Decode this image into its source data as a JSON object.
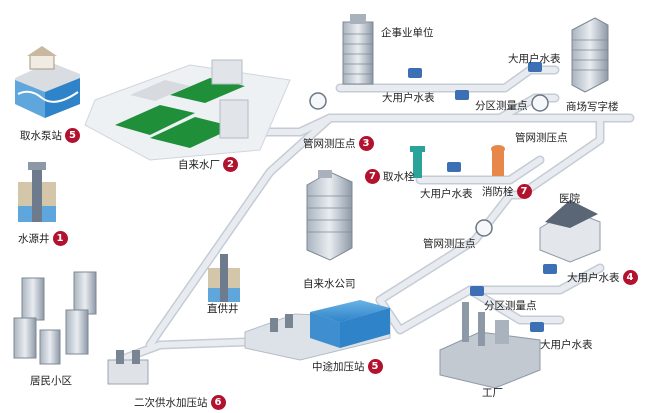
{
  "colors": {
    "pipe": "#dfe4ea",
    "pipe_edge": "#c5ccd5",
    "badge": "#b3122e",
    "text": "#222222",
    "water": "#2f83c8",
    "green_pool": "#1f8f3a",
    "hydrant": "#e8874a",
    "intake_hydrant": "#2aa39a",
    "meter": "#3d6fb5"
  },
  "labels": {
    "pump_station": "取水泵站",
    "water_plant": "自来水厂",
    "source_well": "水源井",
    "enterprise": "企事业单位",
    "big_meter_1": "大用户水表",
    "big_meter_2": "大用户水表",
    "big_meter_3": "大用户水表",
    "big_meter_4": "大用户水表",
    "big_meter_5": "大用户水表",
    "zone_point_1": "分区测量点",
    "zone_point_2": "分区测量点",
    "office": "商场写字楼",
    "pressure_1": "管网测压点",
    "pressure_2": "管网测压点",
    "pressure_3": "管网测压点",
    "intake_hydrant": "取水栓",
    "fire_hydrant": "消防栓",
    "hospital": "医院",
    "water_company": "自来水公司",
    "direct_well": "直供井",
    "residential": "居民小区",
    "booster_mid": "中途加压站",
    "secondary_booster": "二次供水加压站",
    "factory": "工厂"
  },
  "badges": {
    "pump_station": "5",
    "water_plant": "2",
    "source_well": "1",
    "pressure_1": "3",
    "intake_hydrant": "7",
    "fire_hydrant": "7",
    "big_meter_4": "4",
    "booster_mid": "5",
    "secondary_booster": "6"
  }
}
